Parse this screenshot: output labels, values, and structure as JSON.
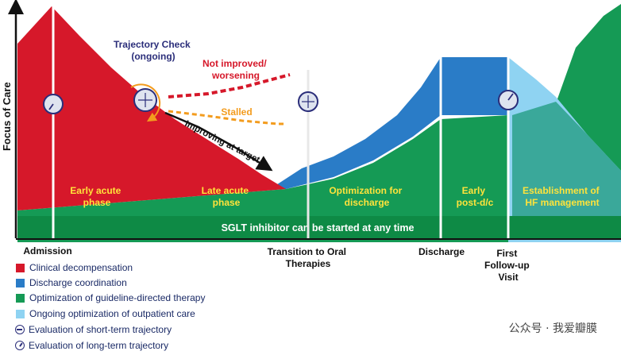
{
  "axis": {
    "y_label": "Focus of Care"
  },
  "timepoints": {
    "admission": "Admission",
    "transition": [
      "Transition to Oral",
      "Therapies"
    ],
    "discharge": "Discharge",
    "followup": [
      "First",
      "Follow-up",
      "Visit"
    ]
  },
  "phases": {
    "early_acute": [
      "Early acute",
      "phase"
    ],
    "late_acute": [
      "Late acute",
      "phase"
    ],
    "optimization": [
      "Optimization for",
      "discharge"
    ],
    "early_post": [
      "Early",
      "post-d/c"
    ],
    "establishment": [
      "Establishment of",
      "HF management"
    ]
  },
  "sglt_banner": "SGLT inhibitor can be started at any time",
  "trajectory": {
    "check": [
      "Trajectory Check",
      "(ongoing)"
    ],
    "not_improved": [
      "Not improved/",
      "worsening"
    ],
    "stalled": "Stalled",
    "improving": "Improving at target"
  },
  "legend": [
    {
      "label": "Clinical decompensation",
      "color": "#d6182a",
      "icon": "red-square"
    },
    {
      "label": "Discharge coordination",
      "color": "#2a7cc7",
      "icon": "blue-square"
    },
    {
      "label": "Optimization of guideline-directed therapy",
      "color": "#159a55",
      "icon": "green-square"
    },
    {
      "label": "Ongoing optimization of outpatient care",
      "color": "#7cc8ee",
      "icon": "light-blue-square"
    },
    {
      "label": "Evaluation of short-term trajectory",
      "color": "#2b2e7a",
      "icon": "stopwatch-icon"
    },
    {
      "label": "Evaluation of long-term trajectory",
      "color": "#2b2e7a",
      "icon": "clock-icon"
    }
  ],
  "watermark": "公众号 · 我爱瓣膜",
  "colors": {
    "red": "#d6182a",
    "blue": "#2a7cc7",
    "green": "#159a55",
    "dark_green": "#0e8a45",
    "light_blue": "#8fd3f2",
    "teal": "#3aa89a",
    "label_yellow": "#ffe33b",
    "orange": "#f39c1e",
    "navy": "#2b2e7a"
  }
}
